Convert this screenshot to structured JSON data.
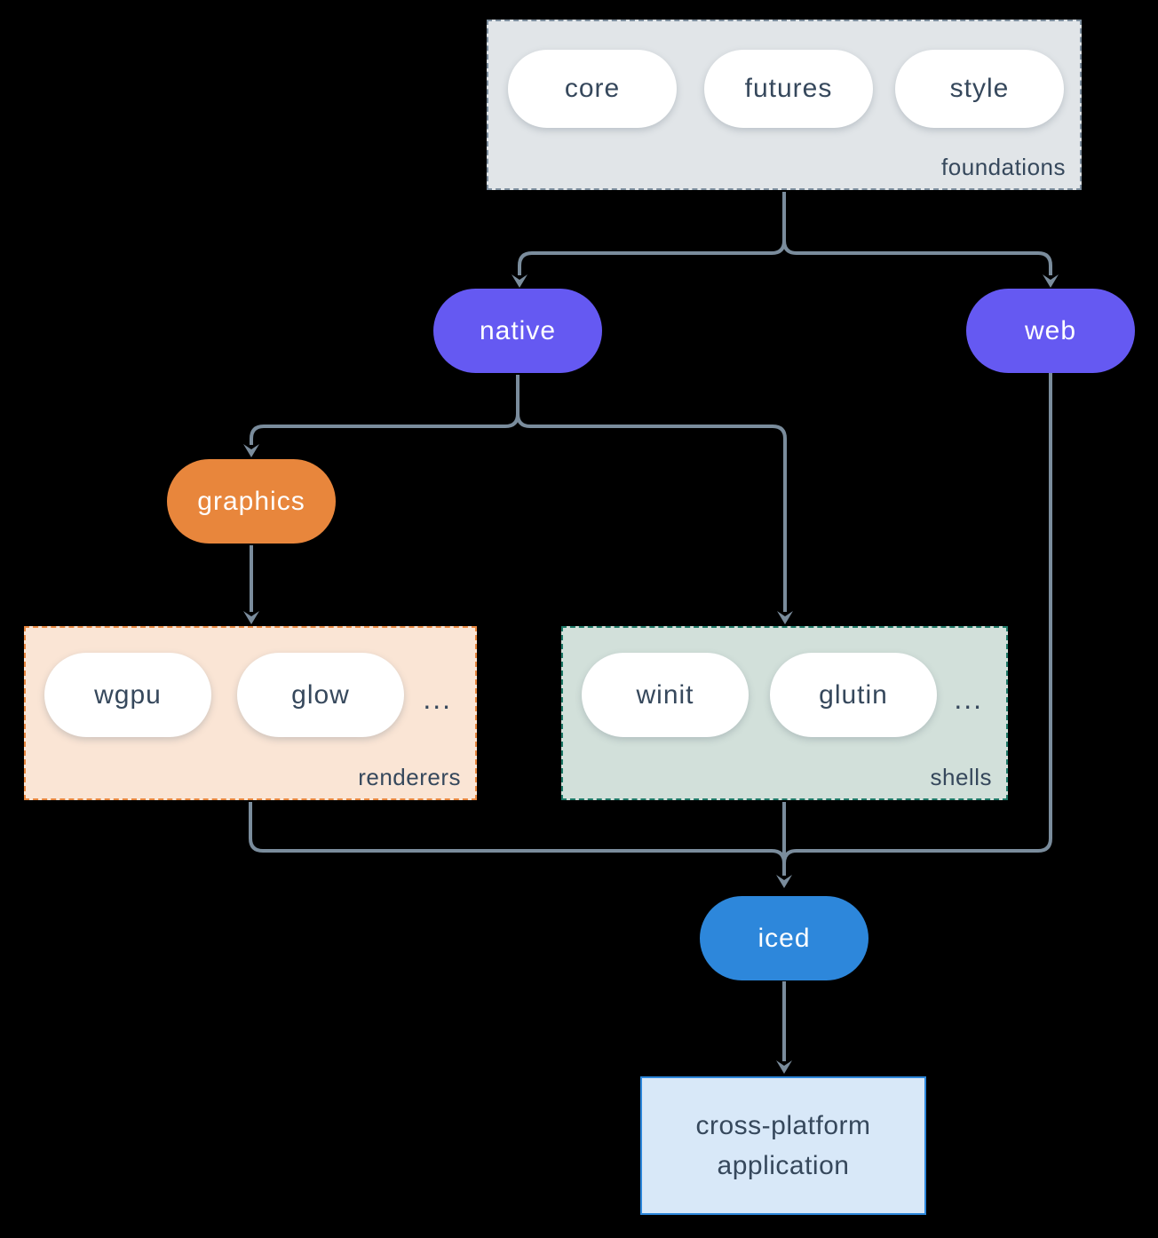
{
  "colors": {
    "background": "#000000",
    "connector": "#7a8c9c",
    "text-dark": "#36485c",
    "text-light": "#ffffff",
    "purple": "#6559f2",
    "orange": "#e8863c",
    "blue": "#2d87db",
    "pill-fill": "#ffffff",
    "foundations-fill": "#e1e5e8",
    "foundations-border": "#7d8e9e",
    "renderers-fill": "#fae5d5",
    "renderers-border": "#e8873f",
    "shells-fill": "#d2e0da",
    "shells-border": "#1f7a68",
    "app-fill": "#d8e8f8",
    "app-border": "#2d87db"
  },
  "groups": {
    "foundations": {
      "label": "foundations",
      "pills": [
        "core",
        "futures",
        "style"
      ]
    },
    "renderers": {
      "label": "renderers",
      "pills": [
        "wgpu",
        "glow"
      ],
      "ellipsis": "..."
    },
    "shells": {
      "label": "shells",
      "pills": [
        "winit",
        "glutin"
      ],
      "ellipsis": "..."
    }
  },
  "nodes": {
    "native": {
      "label": "native"
    },
    "web": {
      "label": "web"
    },
    "graphics": {
      "label": "graphics"
    },
    "iced": {
      "label": "iced"
    },
    "application": {
      "line1": "cross-platform",
      "line2": "application"
    }
  }
}
